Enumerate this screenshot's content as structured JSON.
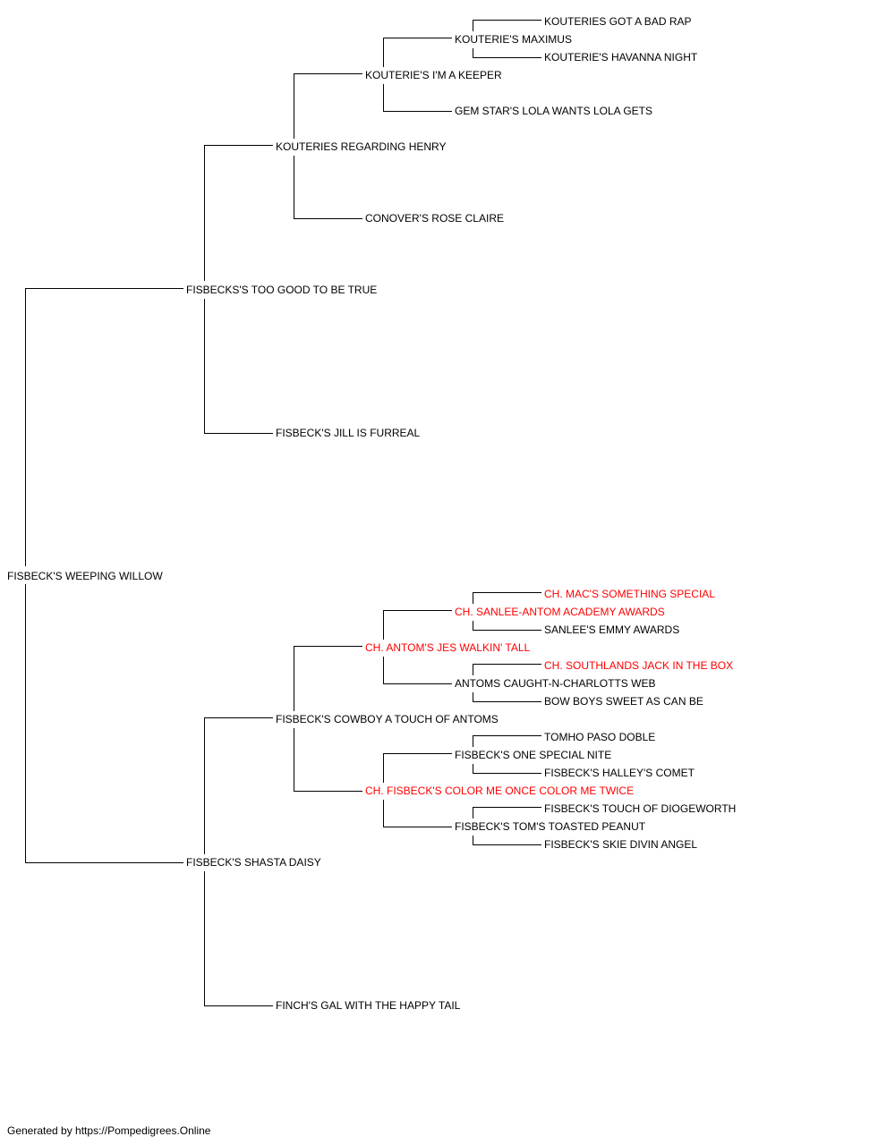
{
  "pedigree": {
    "subject": {
      "name": "FISBECK'S WEEPING WILLOW"
    },
    "sire": {
      "name": "FISBECKS'S TOO GOOD TO BE TRUE"
    },
    "dam": {
      "name": "FISBECK'S SHASTA DAISY"
    },
    "ss": {
      "name": "KOUTERIES REGARDING HENRY"
    },
    "sd": {
      "name": "FISBECK'S JILL IS FURREAL"
    },
    "sss": {
      "name": "KOUTERIE'S I'M A KEEPER"
    },
    "ssd": {
      "name": "CONOVER'S ROSE CLAIRE"
    },
    "ssss": {
      "name": "KOUTERIE'S MAXIMUS"
    },
    "sssd": {
      "name": "GEM STAR'S LOLA WANTS LOLA GETS"
    },
    "sssss": {
      "name": "KOUTERIES GOT A BAD RAP"
    },
    "ssssd": {
      "name": "KOUTERIE'S HAVANNA NIGHT"
    },
    "ds": {
      "name": "FISBECK'S COWBOY A TOUCH OF ANTOMS"
    },
    "dd": {
      "name": "FINCH'S GAL WITH THE HAPPY TAIL"
    },
    "dss": {
      "name": "CH. ANTOM'S JES WALKIN' TALL"
    },
    "dsd": {
      "name": "CH. FISBECK'S COLOR ME ONCE COLOR ME TWICE"
    },
    "dsss": {
      "name": "CH. SANLEE-ANTOM ACADEMY AWARDS"
    },
    "dssd": {
      "name": "ANTOMS CAUGHT-N-CHARLOTTS WEB"
    },
    "dssss": {
      "name": "CH. MAC'S SOMETHING SPECIAL"
    },
    "dsssd": {
      "name": "SANLEE'S EMMY AWARDS"
    },
    "dssds": {
      "name": "CH. SOUTHLANDS JACK IN THE BOX"
    },
    "dssdd": {
      "name": "BOW BOYS SWEET AS CAN BE"
    },
    "dsds": {
      "name": "FISBECK'S ONE SPECIAL NITE"
    },
    "dsdd": {
      "name": "FISBECK'S TOM'S TOASTED PEANUT"
    },
    "dsdss": {
      "name": "TOMHO PASO DOBLE"
    },
    "dsdsd": {
      "name": "FISBECK'S HALLEY'S COMET"
    },
    "dsdds": {
      "name": "FISBECK'S TOUCH OF DIOGEWORTH"
    },
    "dsddd": {
      "name": "FISBECK'S SKIE DIVIN ANGEL"
    }
  },
  "colors": {
    "champion": "#ff0000",
    "normal": "#000000",
    "lines": "#000000"
  },
  "footer": {
    "text": "Generated by https://Pompedigrees.Online"
  }
}
